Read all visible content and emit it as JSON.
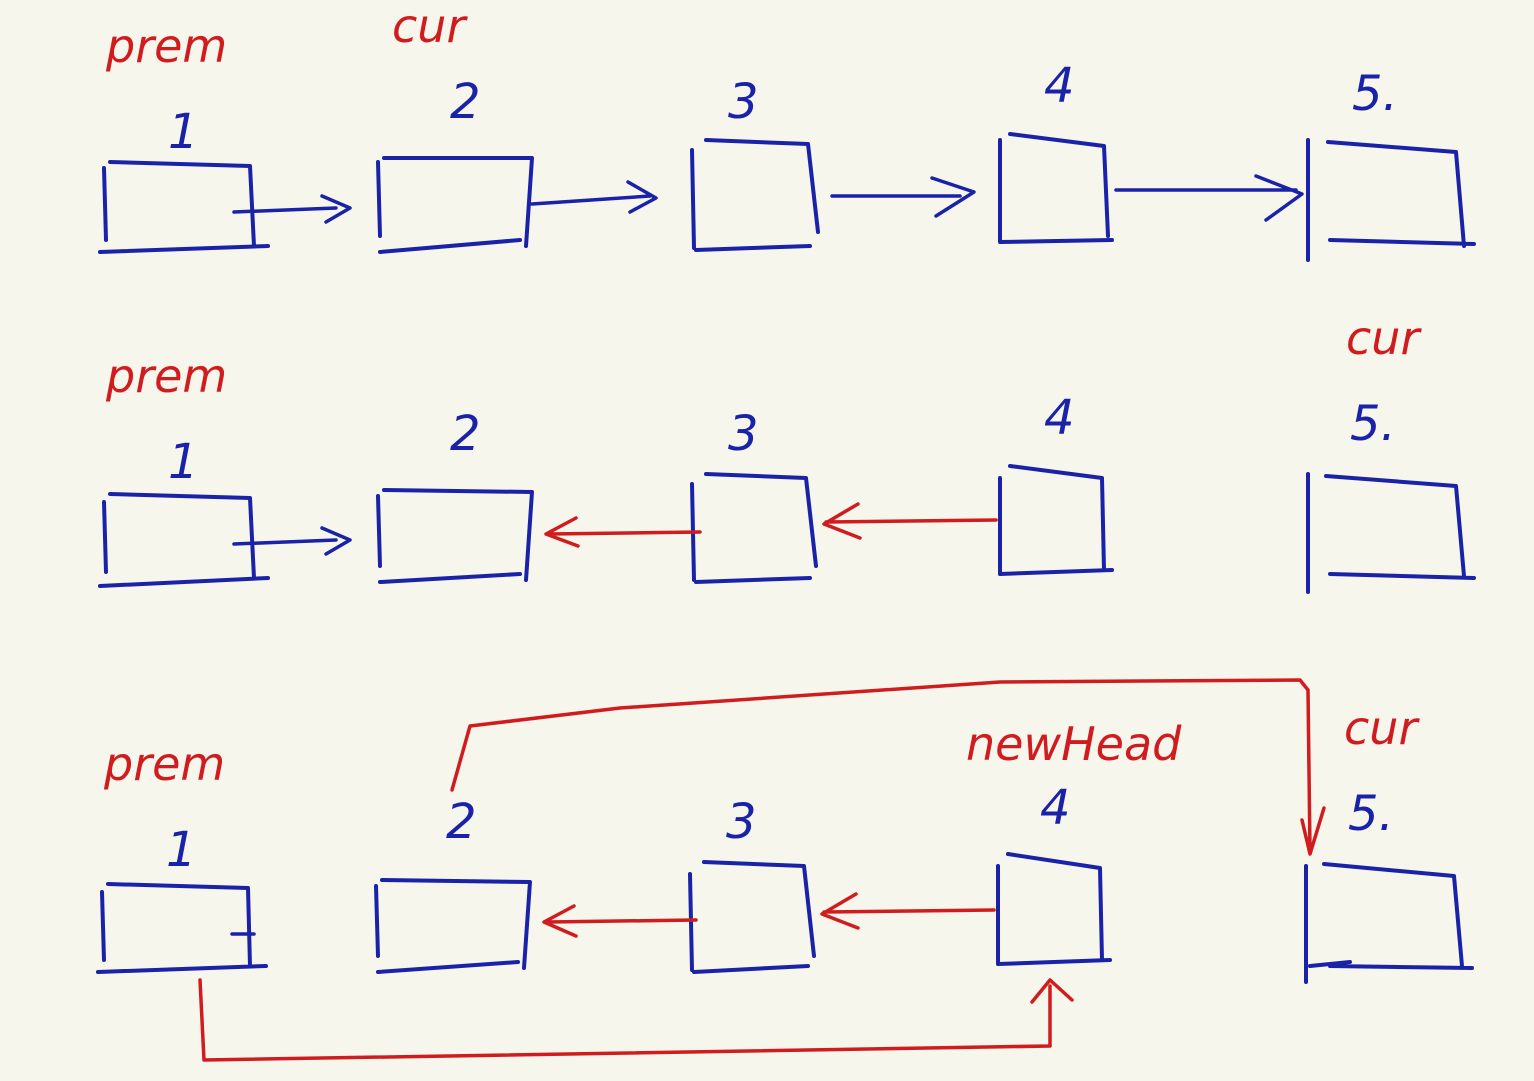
{
  "colors": {
    "background": "#f6f6ec",
    "node_ink": "#1a22a8",
    "pointer_ink": "#d01c1f"
  },
  "rows": [
    {
      "labels": {
        "pre": "prem",
        "cur": "cur"
      },
      "nodes": [
        "1",
        "2",
        "3",
        "4",
        "5."
      ]
    },
    {
      "labels": {
        "pre": "prem",
        "cur": "cur"
      },
      "nodes": [
        "1",
        "2",
        "3",
        "4",
        "5."
      ]
    },
    {
      "labels": {
        "pre": "prem",
        "cur": "cur",
        "new_head": "newHead"
      },
      "nodes": [
        "1",
        "2",
        "3",
        "4",
        "5."
      ]
    }
  ]
}
